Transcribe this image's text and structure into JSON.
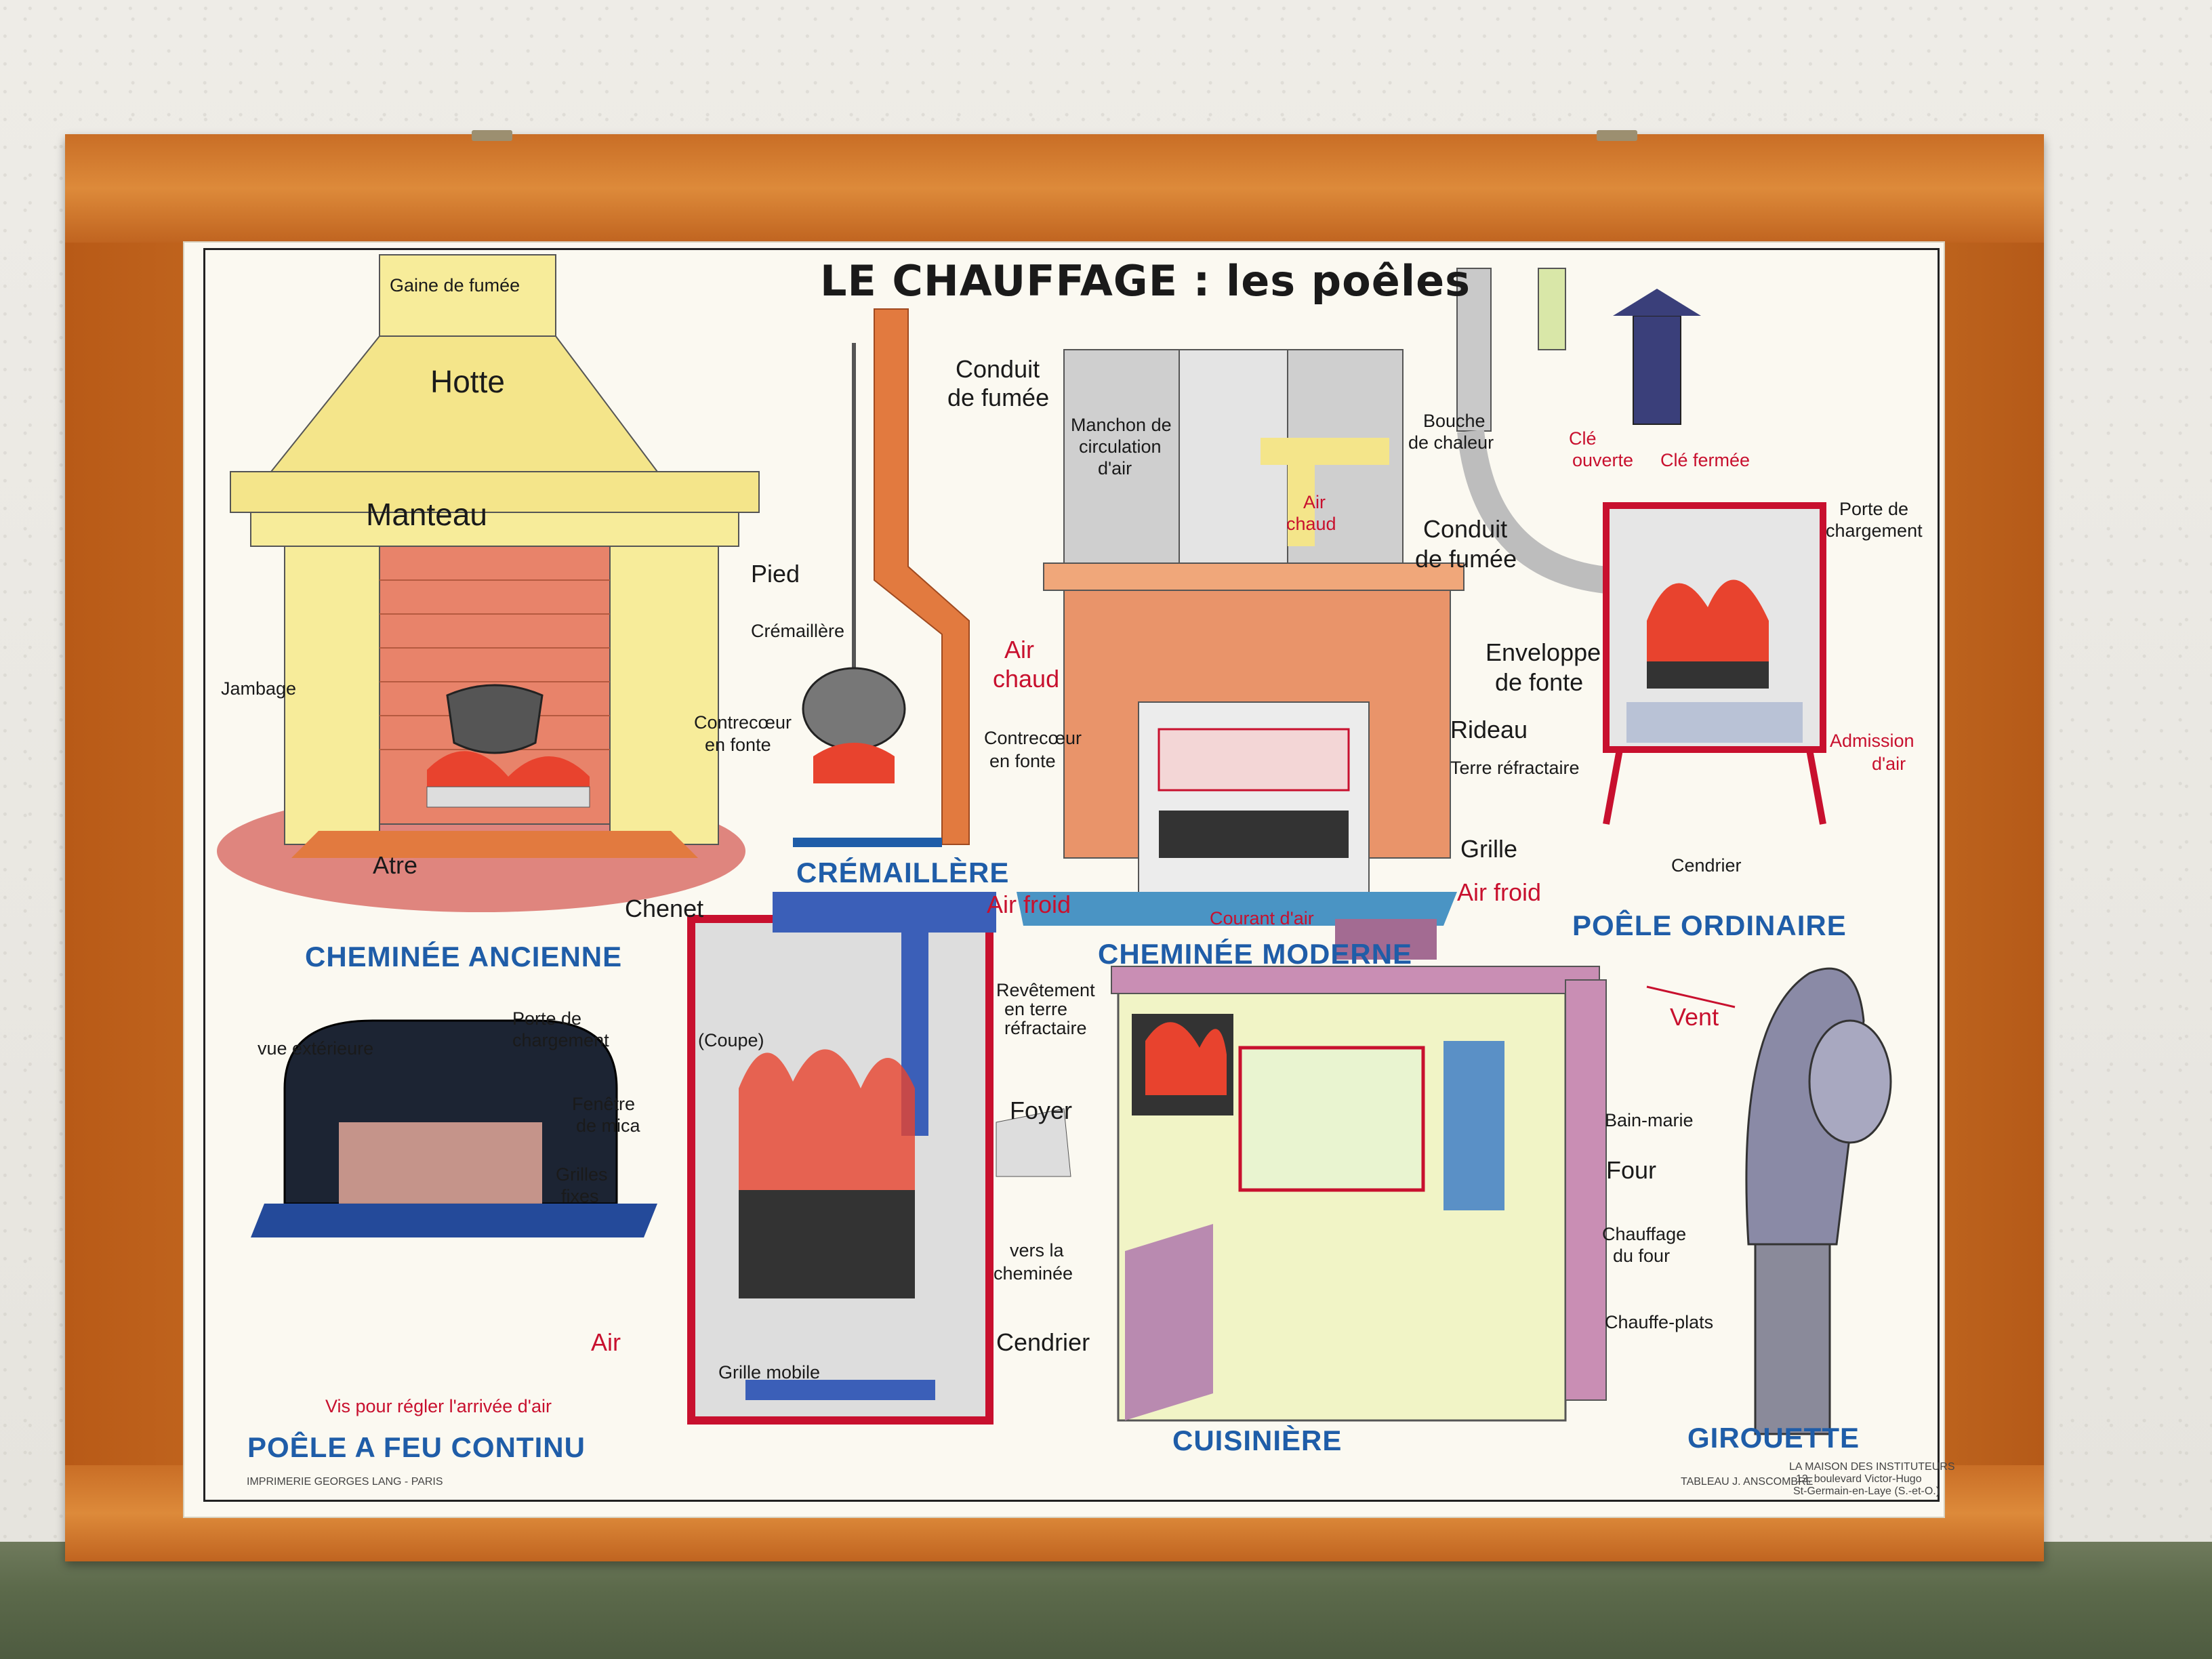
{
  "poster": {
    "title": "LE CHAUFFAGE : les poêles",
    "sections": {
      "cheminee_ancienne": "CHEMINÉE ANCIENNE",
      "cremaillere": "CRÉMAILLÈRE",
      "cheminee_moderne": "CHEMINÉE MODERNE",
      "poele_ordinaire": "POÊLE ORDINAIRE",
      "poele_feu_continu": "POÊLE A FEU CONTINU",
      "cuisiniere": "CUISINIÈRE",
      "girouette": "GIROUETTE"
    },
    "labels": {
      "gaine": "Gaine de fumée",
      "hotte": "Hotte",
      "manteau": "Manteau",
      "pied": "Pied",
      "cremaillere_small": "Crémaillère",
      "jambage": "Jambage",
      "contrecoeur1": "Contrecœur",
      "contrecoeur1b": "en fonte",
      "atre": "Atre",
      "chenet": "Chenet",
      "conduit1": "Conduit",
      "conduit1b": "de fumée",
      "air_chaud_left": "Air",
      "air_chaud_leftb": "chaud",
      "contrecoeur2": "Contrecœur",
      "contrecoeur2b": "en fonte",
      "air_froid_left": "Air froid",
      "manchon1": "Manchon de",
      "manchon2": "circulation",
      "manchon3": "d'air",
      "air_chaud_mid": "Air",
      "air_chaud_midb": "chaud",
      "bouche1": "Bouche",
      "bouche2": "de chaleur",
      "rideau": "Rideau",
      "terre": "Terre réfractaire",
      "grille": "Grille",
      "air_froid_right": "Air froid",
      "courant": "Courant d'air",
      "cle_ouverte1": "Clé",
      "cle_ouverte2": "ouverte",
      "cle_fermee": "Clé fermée",
      "porte_charg1": "Porte de",
      "porte_charg2": "chargement",
      "conduit2": "Conduit",
      "conduit2b": "de fumée",
      "enveloppe1": "Enveloppe",
      "enveloppe2": "de fonte",
      "admission1": "Admission",
      "admission2": "d'air",
      "cendrier1": "Cendrier",
      "vue_ext": "vue extérieure",
      "porte_charg3": "Porte de",
      "porte_charg4": "chargement",
      "coupe": "(Coupe)",
      "fenetre1": "Fenêtre",
      "fenetre2": "de mica",
      "grilles1": "Grilles",
      "grilles2": "fixes",
      "revetement1": "Revêtement",
      "revetement2": "en terre",
      "revetement3": "réfractaire",
      "foyer": "Foyer",
      "vers1": "vers la",
      "vers2": "cheminée",
      "air": "Air",
      "grille_mobile": "Grille mobile",
      "cendrier2": "Cendrier",
      "vis": "Vis pour régler l'arrivée d'air",
      "bain_marie": "Bain-marie",
      "four": "Four",
      "chauffage1": "Chauffage",
      "chauffage2": "du four",
      "chauffe_plats": "Chauffe-plats",
      "vent": "Vent",
      "imprimerie": "IMPRIMERIE GEORGES LANG - PARIS",
      "tableau": "TABLEAU J. ANSCOMBRE",
      "editeur1": "LA MAISON DES INSTITUTEURS",
      "editeur2": "13, boulevard Victor-Hugo",
      "editeur3": "St-Germain-en-Laye (S.-et-O.)"
    },
    "colors": {
      "frame": "#c86a22",
      "paper": "#fbf9f1",
      "section_blue": "#1f5da8",
      "accent_red": "#c8102e",
      "hood_yellow": "#f4e58a",
      "brick_orange": "#e27a3f"
    }
  }
}
